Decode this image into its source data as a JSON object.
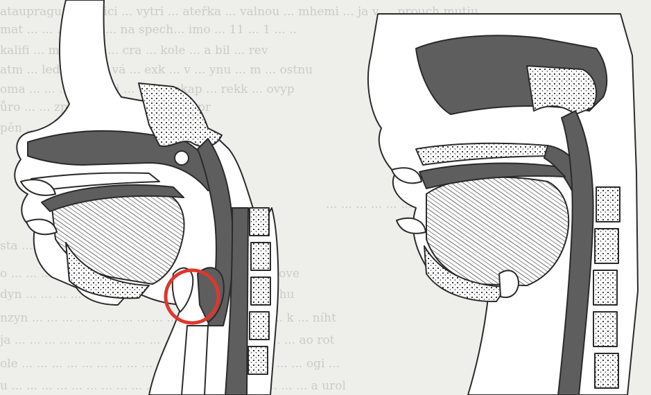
{
  "figure": {
    "panels": [
      {
        "name": "left-sagittal-section"
      },
      {
        "name": "right-sagittal-section"
      }
    ],
    "highlight": {
      "shape": "circle",
      "color": "#e0362c"
    },
    "palette": {
      "paper": "#ecebe8",
      "ink": "#2a2a2a",
      "dark_fill": "#5e5e5e",
      "light_fill": "#ffffff"
    }
  },
  "background_text": {
    "lines": [
      "... ... ... ... ...",
      "... ... ... ... ..."
    ]
  }
}
